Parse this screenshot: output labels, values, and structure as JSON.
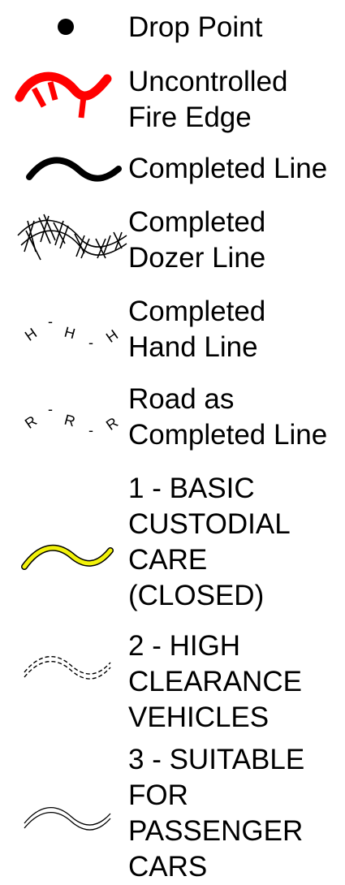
{
  "legend": {
    "items": [
      {
        "symbol": "drop-point-dot",
        "lines": [
          "Drop Point"
        ]
      },
      {
        "symbol": "uncontrolled-fire-edge-line",
        "lines": [
          "Uncontrolled",
          "Fire Edge"
        ]
      },
      {
        "symbol": "completed-line",
        "lines": [
          "Completed Line"
        ]
      },
      {
        "symbol": "completed-dozer-line",
        "lines": [
          "Completed",
          "Dozer Line"
        ]
      },
      {
        "symbol": "completed-hand-line",
        "lines": [
          "Completed",
          "Hand Line"
        ]
      },
      {
        "symbol": "road-as-completed-line",
        "lines": [
          "Road as",
          "Completed Line"
        ]
      },
      {
        "symbol": "basic-custodial-care-road",
        "lines": [
          "1 - BASIC",
          "CUSTODIAL",
          "CARE",
          "(CLOSED)"
        ]
      },
      {
        "symbol": "high-clearance-vehicles-road",
        "lines": [
          "2 - HIGH",
          "CLEARANCE",
          "VEHICLES"
        ]
      },
      {
        "symbol": "suitable-for-passenger-cars-road",
        "lines": [
          "3 - SUITABLE",
          "FOR",
          "PASSENGER",
          "CARS"
        ]
      }
    ],
    "symbol_text": {
      "hand_marks": [
        "H",
        "-",
        "H",
        "-",
        "H"
      ],
      "road_marks": [
        "R",
        "-",
        "R",
        "-",
        "R"
      ]
    },
    "colors": {
      "fire_edge": "#ff0000",
      "basic_care_fill": "#f2f20a",
      "ink": "#000000"
    }
  }
}
